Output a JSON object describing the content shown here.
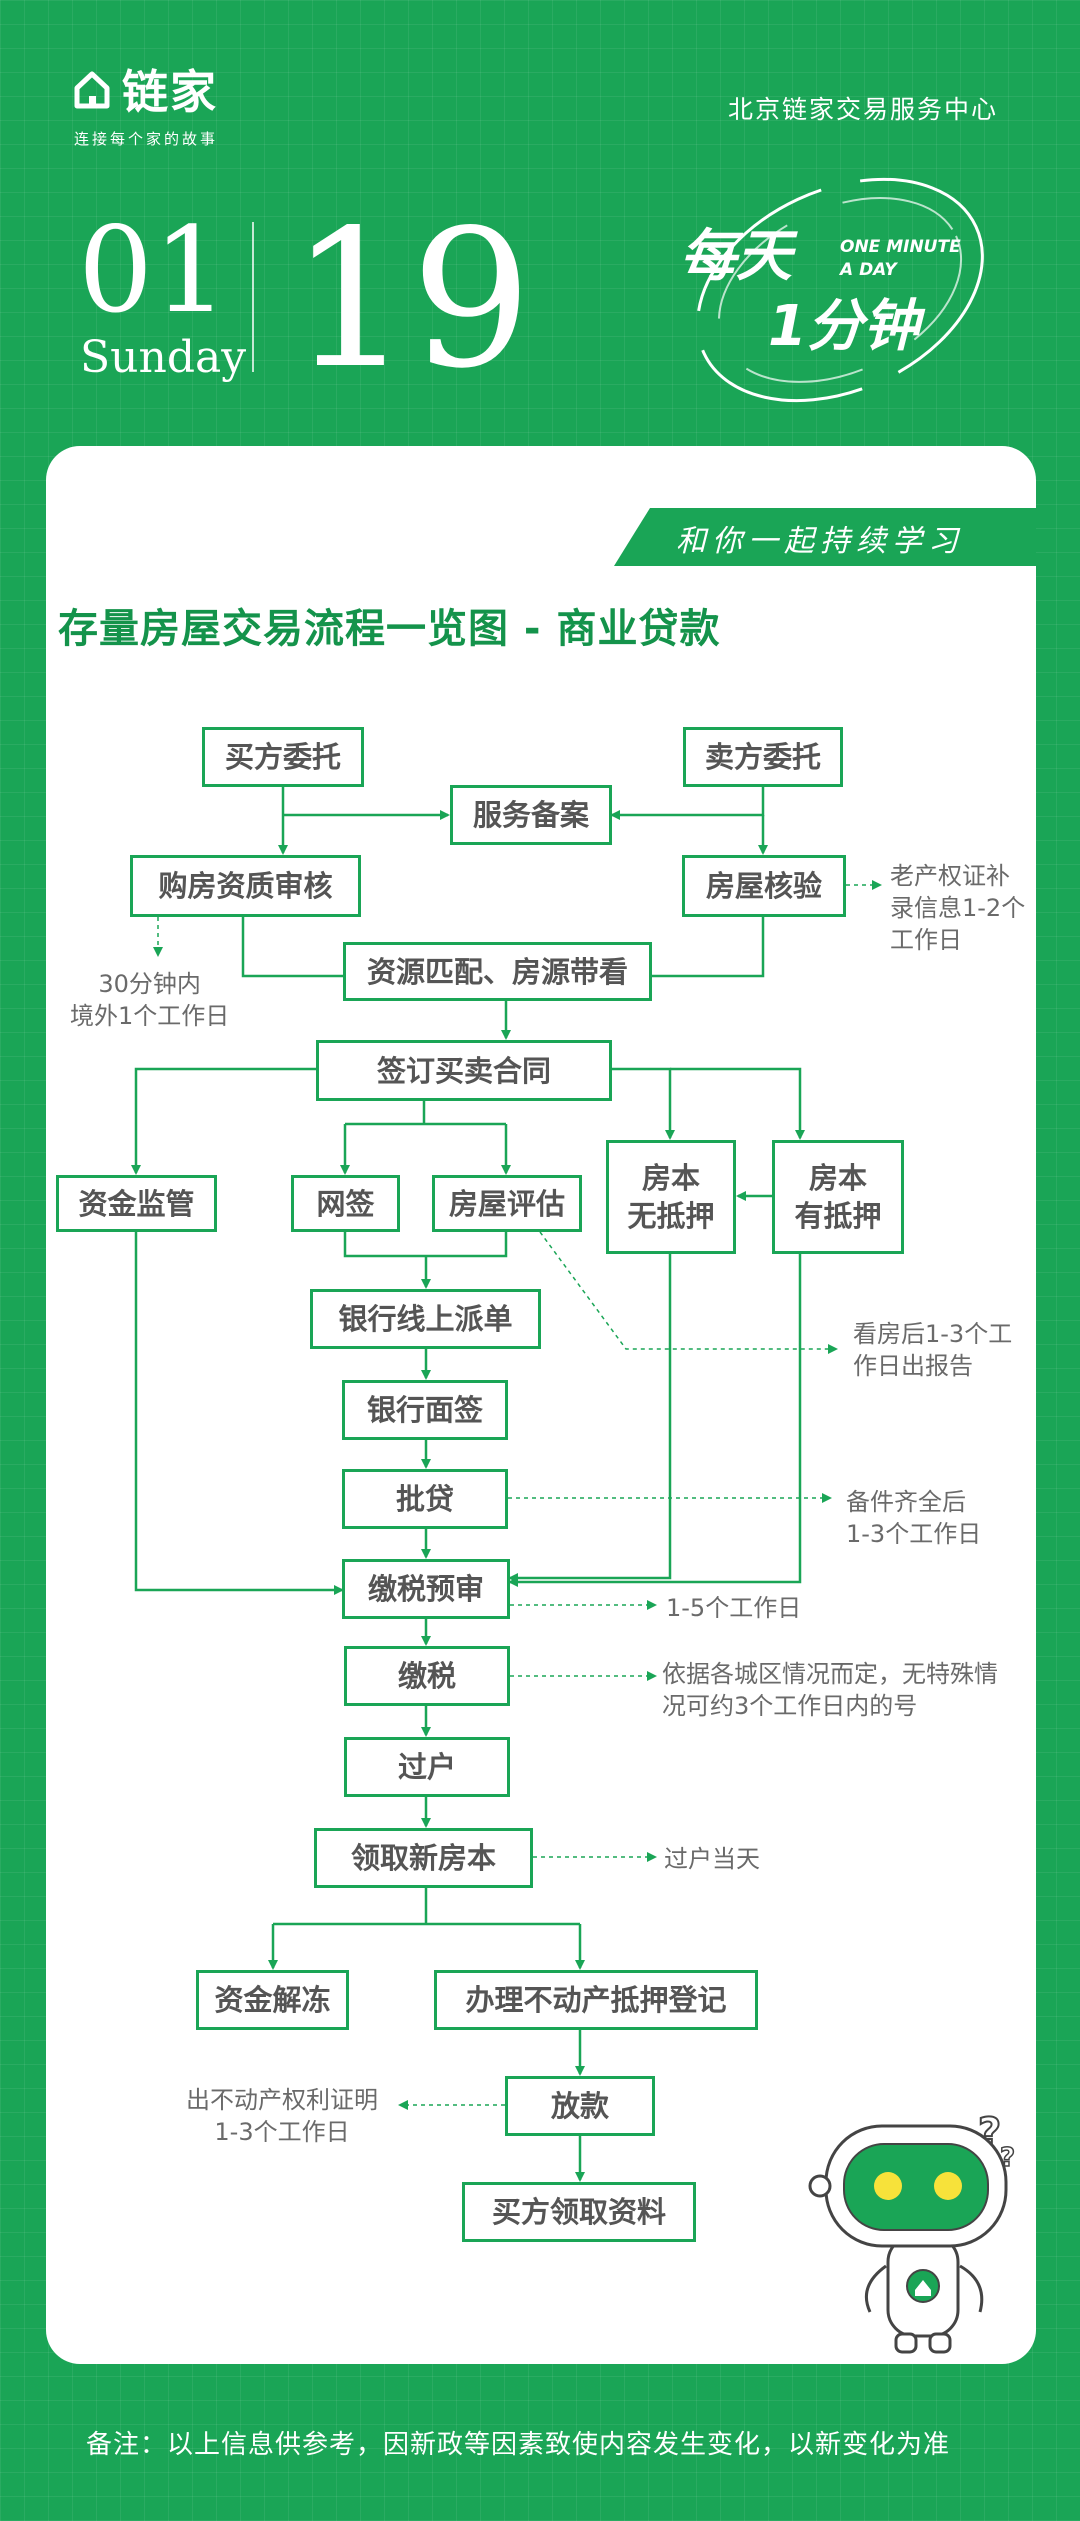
{
  "brand": {
    "name": "链家",
    "slogan": "连接每个家的故事"
  },
  "center_name": "北京链家交易服务中心",
  "date": {
    "month": "01",
    "weekday": "Sunday",
    "day": "19"
  },
  "badge": {
    "title_line1": "每天",
    "title_line2": "1分钟",
    "en_line1": "ONE MINUTE",
    "en_line2": "A DAY"
  },
  "ribbon": "和你一起持续学习",
  "title": "存量房屋交易流程一览图 - 商业贷款",
  "nodes": {
    "buyer_entrust": "买方委托",
    "seller_entrust": "卖方委托",
    "service_filing": "服务备案",
    "qualification_review": "购房资质审核",
    "house_verification": "房屋核验",
    "matching_viewing": "资源匹配、房源带看",
    "sign_contract": "签订买卖合同",
    "fund_supervision": "资金监管",
    "online_signing": "网签",
    "house_appraisal": "房屋评估",
    "no_mortgage": "房本\n无抵押",
    "has_mortgage": "房本\n有抵押",
    "bank_dispatch": "银行线上派单",
    "bank_interview": "银行面签",
    "loan_approval": "批贷",
    "tax_precheck": "缴税预审",
    "pay_tax": "缴税",
    "transfer": "过户",
    "new_certificate": "领取新房本",
    "fund_release": "资金解冻",
    "mortgage_registration": "办理不动产抵押登记",
    "disbursement": "放款",
    "buyer_docs": "买方领取资料"
  },
  "notes": {
    "old_certificate": "老产权证补\n录信息1-2个\n工作日",
    "qualification_time": "30分钟内\n境外1个工作日",
    "appraisal_time": "看房后1-3个工\n作日出报告",
    "loan_time": "备件齐全后\n1-3个工作日",
    "precheck_time": "1-5个工作日",
    "tax_time": "依据各城区情况而定，无特殊情\n况可约3个工作日内的号",
    "transfer_time": "过户当天",
    "certificate_time": "出不动产权利证明\n1-3个工作日"
  },
  "footnote": "备注：以上信息供参考，因新政等因素致使内容发生变化，以新变化为准",
  "colors": {
    "brand_green": "#1aa556",
    "title_green": "#14934b",
    "node_text": "#555555",
    "note_text": "#6a6a6a"
  }
}
